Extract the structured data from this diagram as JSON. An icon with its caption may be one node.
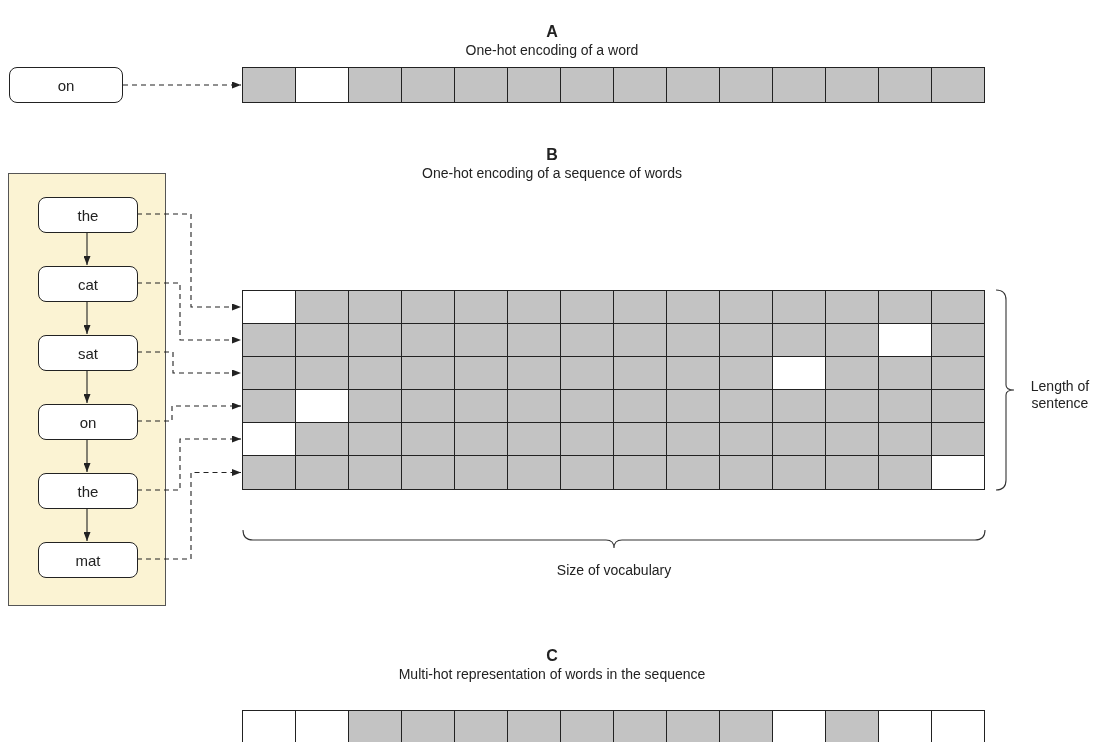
{
  "diagram": {
    "nodes": [
      {
        "text": [
          "on"
        ]
      },
      {
        "text": [],
        "shape": "bar"
      },
      {
        "text": [],
        "shape": "box"
      },
      {
        "text": [
          "the"
        ],
        "in": 2
      },
      {
        "text": [
          "cat"
        ],
        "in": 2
      },
      {
        "text": [
          "sat"
        ],
        "in": 2
      },
      {
        "text": [
          "on"
        ],
        "in": 2
      },
      {
        "text": [
          "the"
        ],
        "in": 2
      },
      {
        "text": [
          "mat"
        ],
        "in": 2
      },
      {
        "text": [],
        "shape": "bar"
      },
      {
        "text": [],
        "shape": "bar"
      },
      {
        "text": [],
        "shape": "bar"
      },
      {
        "text": [],
        "shape": "bar"
      },
      {
        "text": [],
        "shape": "bar"
      },
      {
        "text": [],
        "shape": "bar"
      },
      {
        "text": [],
        "shape": "bar"
      }
    ],
    "edges": [
      {
        "from": 0,
        "to": 1,
        "arrow": "to",
        "style": "dashed"
      },
      {
        "from": 3,
        "to": 4,
        "arrow": "to"
      },
      {
        "from": 4,
        "to": 5,
        "arrow": "to"
      },
      {
        "from": 5,
        "to": 6,
        "arrow": "to"
      },
      {
        "from": 6,
        "to": 7,
        "arrow": "to"
      },
      {
        "from": 7,
        "to": 8,
        "arrow": "to"
      },
      {
        "from": 3,
        "to": 9,
        "arrow": "to",
        "style": "dashed"
      },
      {
        "from": 4,
        "to": 10,
        "arrow": "to",
        "style": "dashed"
      },
      {
        "from": 5,
        "to": 11,
        "arrow": "to",
        "style": "dashed"
      },
      {
        "from": 6,
        "to": 12,
        "arrow": "to",
        "style": "dashed"
      },
      {
        "from": 7,
        "to": 13,
        "arrow": "to",
        "style": "dashed"
      },
      {
        "from": 8,
        "to": 14,
        "arrow": "to",
        "style": "dashed"
      }
    ],
    "labels": [
      "A",
      "One-hot encoding of a word",
      "B",
      "One-hot encoding of a sequence of words",
      "Length of sentence",
      "Size of vocabulary",
      "C",
      "Multi-hot representation of words in the sequence"
    ]
  }
}
